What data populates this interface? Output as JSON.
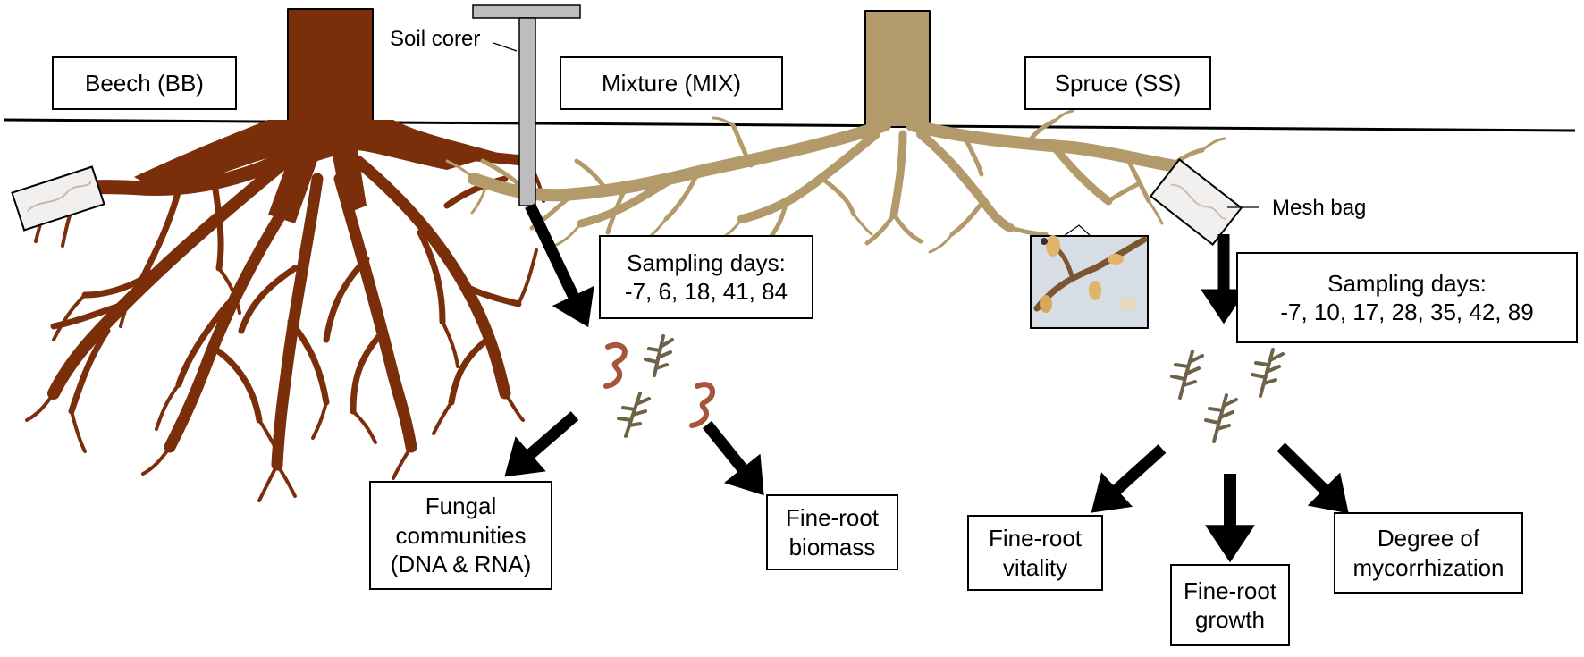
{
  "stands": {
    "beech": "Beech (BB)",
    "mixture": "Mixture (MIX)",
    "spruce": "Spruce (SS)"
  },
  "tools": {
    "soil_corer": "Soil corer",
    "mesh_bag": "Mesh bag"
  },
  "sampling": {
    "corer": "Sampling days:\n-7, 6, 18, 41, 84",
    "mesh": "Sampling days:\n-7, 10, 17, 28, 35, 42, 89"
  },
  "outcomes": {
    "fungal": "Fungal\ncommunities\n(DNA & RNA)",
    "biomass": "Fine-root\nbiomass",
    "vitality": "Fine-root\nvitality",
    "growth": "Fine-root\ngrowth",
    "mycorrhization": "Degree of\nmycorrhization"
  },
  "colors": {
    "beech": "#7a2e0a",
    "spruce": "#b39a6b",
    "corer": "#bdbdbd",
    "arrow": "#000000"
  }
}
